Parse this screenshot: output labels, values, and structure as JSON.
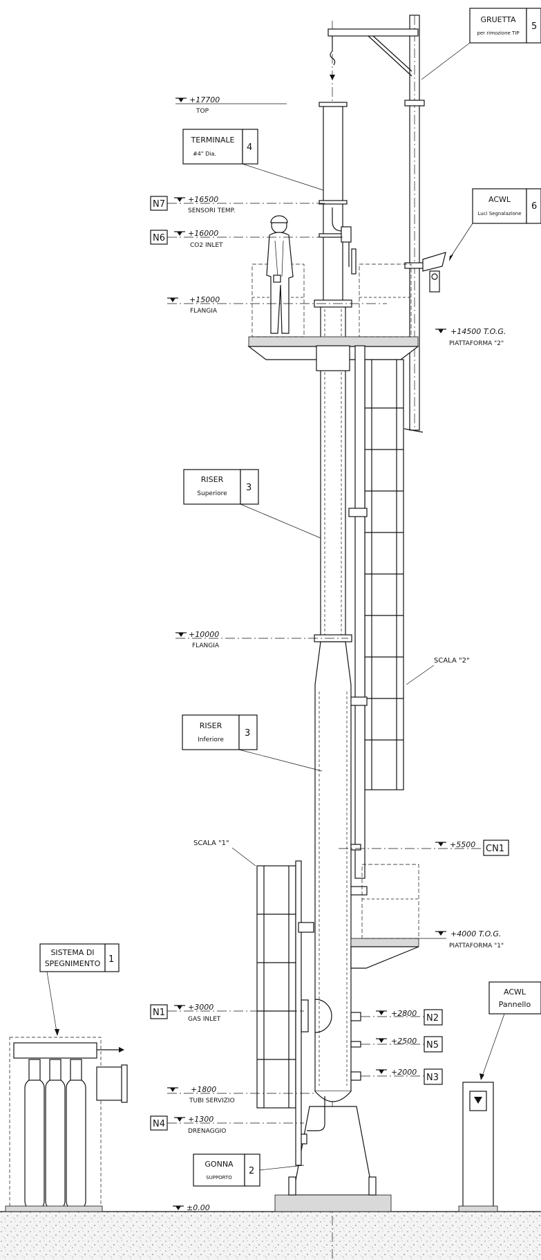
{
  "callouts": {
    "c1": {
      "title": "SISTEMA DI SPEGNIMENTO",
      "line1": "SISTEMA DI",
      "line2": "SPEGNIMENTO",
      "number": "1"
    },
    "c2": {
      "title": "GONNA",
      "subtitle": "SUPPORTO",
      "number": "2"
    },
    "c3a": {
      "title": "RISER",
      "subtitle": "Superiore",
      "number": "3"
    },
    "c3b": {
      "title": "RISER",
      "subtitle": "Inferiore",
      "number": "3"
    },
    "c4": {
      "title": "TERMINALE",
      "subtitle": "#4\" Dia.",
      "number": "4"
    },
    "c5": {
      "title": "GRUETTA",
      "subtitle": "per rimozione TIP",
      "number": "5"
    },
    "c6": {
      "title": "ACWL",
      "subtitle": "Luci Segnalazione",
      "number": "6"
    },
    "acwl_panel": {
      "title": "ACWL",
      "subtitle": "Pannello"
    }
  },
  "elevations": {
    "top": {
      "value": "+17700",
      "label": "TOP"
    },
    "n7": {
      "tag": "N7",
      "value": "+16500",
      "label": "SENSORI TEMP."
    },
    "n6": {
      "tag": "N6",
      "value": "+16000",
      "label": "CO2 INLET"
    },
    "flangia_up": {
      "value": "+15000",
      "label": "FLANGIA"
    },
    "platform2": {
      "value": "+14500 T.O.G.",
      "label": "PIATTAFORMA \"2\""
    },
    "flangia_mid": {
      "value": "+10000",
      "label": "FLANGIA"
    },
    "cn1": {
      "tag": "CN1",
      "value": "+5500"
    },
    "platform1": {
      "value": "+4000 T.O.G.",
      "label": "PIATTAFORMA \"1\""
    },
    "n1": {
      "tag": "N1",
      "value": "+3000",
      "label": "GAS INLET"
    },
    "n2": {
      "tag": "N2",
      "value": "+2800"
    },
    "n5": {
      "tag": "N5",
      "value": "+2500"
    },
    "n3": {
      "tag": "N3",
      "value": "+2000"
    },
    "servizio": {
      "value": "+1800",
      "label": "TUBI SERVIZIO"
    },
    "n4": {
      "tag": "N4",
      "value": "+1300",
      "label": "DRENAGGIO"
    },
    "ground": {
      "value": "±0.00"
    }
  },
  "labels": {
    "scala2": "SCALA \"2\"",
    "scala1": "SCALA \"1\""
  }
}
